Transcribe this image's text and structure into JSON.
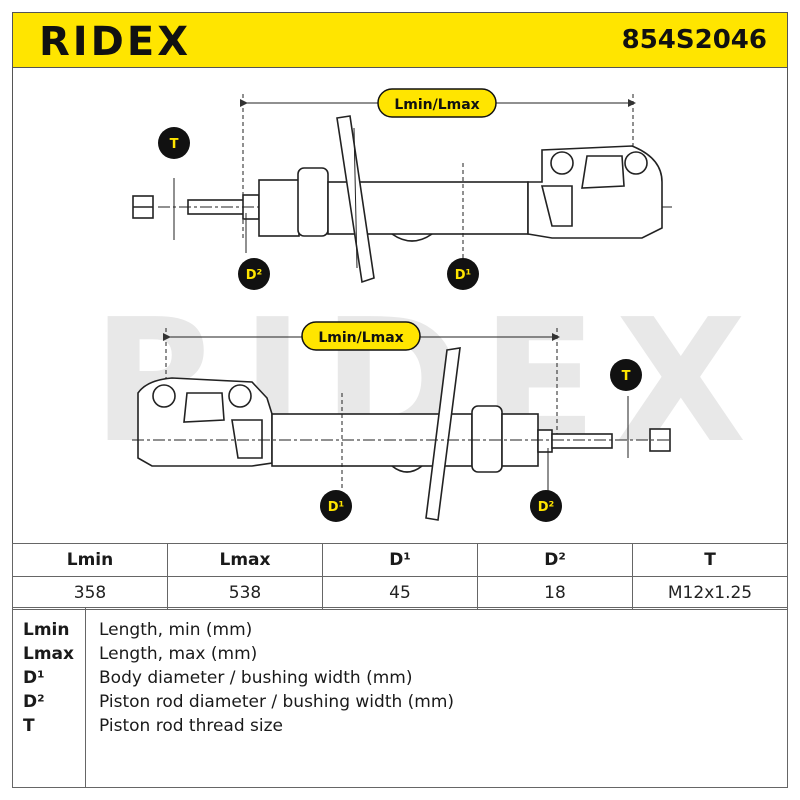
{
  "header": {
    "brand": "RIDEX",
    "part_number": "854S2046"
  },
  "drawing": {
    "watermark": "RIDEX",
    "labels": {
      "lmin_lmax": "Lmin/Lmax",
      "t": "T",
      "d1": "D¹",
      "d2": "D²"
    }
  },
  "specs": {
    "headers": [
      "Lmin",
      "Lmax",
      "D¹",
      "D²",
      "T"
    ],
    "values": [
      "358",
      "538",
      "45",
      "18",
      "M12x1.25"
    ]
  },
  "legend": [
    {
      "key": "Lmin",
      "desc": "Length, min (mm)"
    },
    {
      "key": "Lmax",
      "desc": "Length, max (mm)"
    },
    {
      "key": "D¹",
      "desc": "Body diameter / bushing width (mm)"
    },
    {
      "key": "D²",
      "desc": "Piston rod diameter / bushing width (mm)"
    },
    {
      "key": "T",
      "desc": "Piston rod thread size"
    }
  ],
  "colors": {
    "accent": "#ffe500",
    "ink": "#111111",
    "watermark": "#e8e8e8"
  }
}
